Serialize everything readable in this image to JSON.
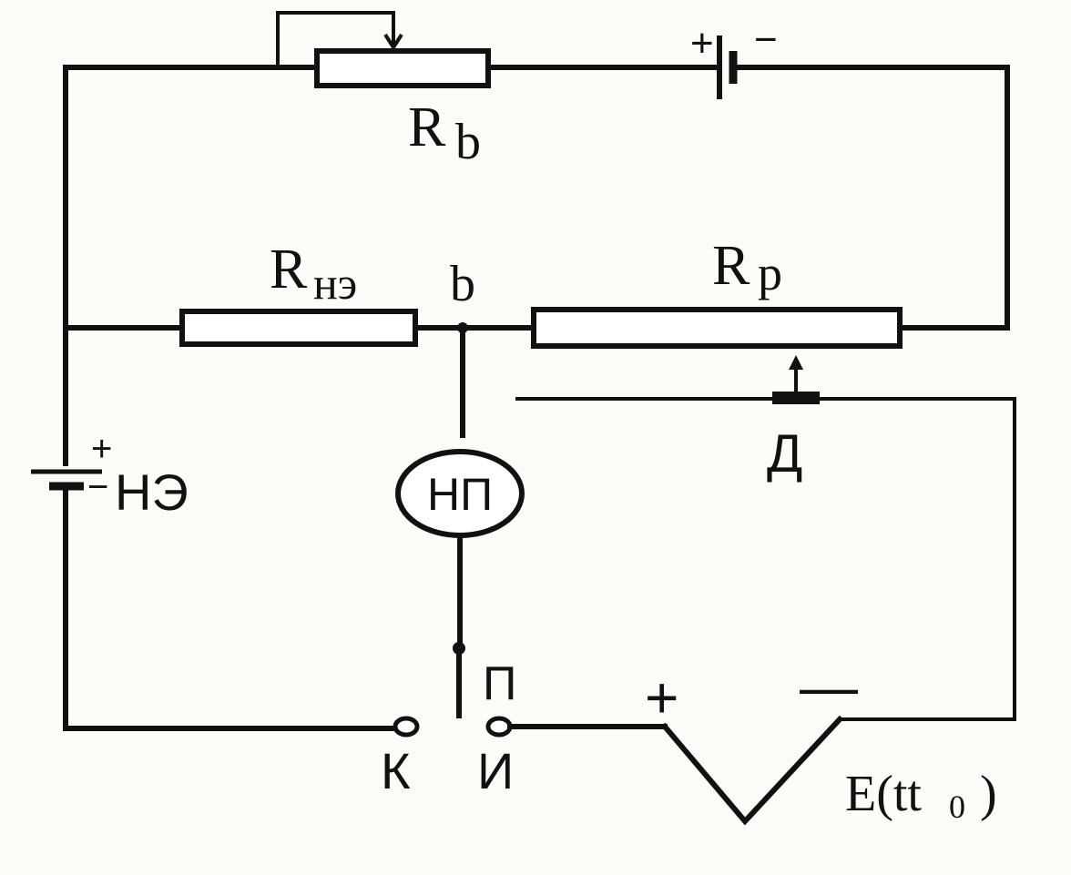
{
  "diagram": {
    "labels": {
      "rb_main": "R",
      "rb_sub": "b",
      "rne_main": "R",
      "rne_sub": "нэ",
      "rp_main": "R",
      "rp_sub": "p",
      "node_b": "b",
      "battery_plus": "+",
      "battery_minus": "−",
      "ne_plus": "+",
      "ne_minus": "−",
      "ne": "НЭ",
      "np": "НП",
      "slider_d": "Д",
      "switch_p": "П",
      "terminal_k": "К",
      "terminal_i": "И",
      "tc_plus": "+",
      "tc_minus": "—",
      "emf_main": "E(tt",
      "emf_sub": "0",
      "emf_close": ")"
    },
    "colors": {
      "ink": "#111111",
      "background": "#fbfbfa",
      "component_fill": "#ffffff"
    }
  }
}
